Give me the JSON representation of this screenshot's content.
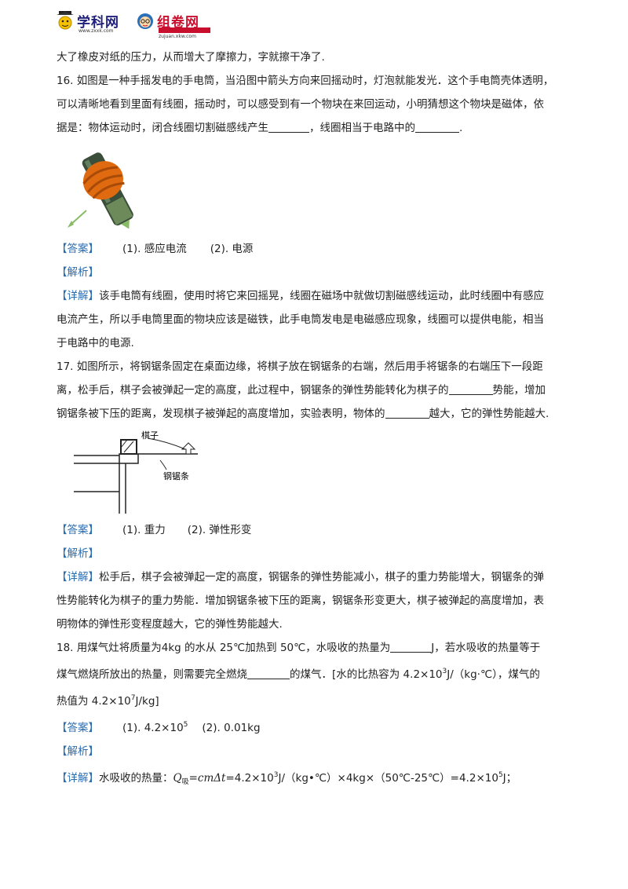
{
  "header": {
    "logo1_title": "学科网",
    "logo1_sub": "www.zxxk.com",
    "logo2_title": "组卷网",
    "logo2_sub": "zujuan.xkw.com"
  },
  "lines": {
    "l0": "大了橡皮对纸的压力，从而增大了摩擦力，字就擦干净了.",
    "q16_1": "16. 如图是一种手摇发电的手电筒，当沿图中箭头方向来回摇动时，灯泡就能发光．这个手电筒壳体透明，",
    "q16_2": "可以清晰地看到里面有线圈，摇动时，可以感受到有一个物块在来回运动，小明猜想这个物块是磁体，依",
    "q16_3a": "据是：物体运动时，闭合线圈切割磁感线产生",
    "q16_3b": "，线圈相当于电路中的",
    "q16_3c": ".",
    "ans_tag": "【答案】",
    "jiexi_tag": "【解析】",
    "xiangjie_tag": "【详解】",
    "a16_1": "(1). 感应电流",
    "a16_2": "(2). 电源",
    "d16_1": "该手电筒有线圈，使用时将它来回摇晃，线圈在磁场中就做切割磁感线运动，此时线圈中有感应",
    "d16_2": "电流产生，所以手电筒里面的物块应该是磁铁，此手电筒发电是电磁感应现象，线圈可以提供电能，相当",
    "d16_3": "于电路中的电源.",
    "q17_1": "17. 如图所示，将钢锯条固定在桌面边缘，将棋子放在钢锯条的右端，然后用手将锯条的右端压下一段距",
    "q17_2a": "离，松手后，棋子会被弹起一定的高度，此过程中，钢锯条的弹性势能转化为棋子的",
    "q17_2b": "势能，增加",
    "q17_3a": "钢锯条被下压的距离，发现棋子被弹起的高度增加，实验表明，物体的",
    "q17_3b": "越大，它的弹性势能越大.",
    "fig2_label1": "棋子",
    "fig2_label2": "钢锯条",
    "a17_1": "(1). 重力",
    "a17_2": "(2). 弹性形变",
    "d17_1": "松手后，棋子会被弹起一定的高度，钢锯条的弹性势能减小，棋子的重力势能增大，钢锯条的弹",
    "d17_2": "性势能转化为棋子的重力势能．增加钢锯条被下压的距离，钢锯条形变更大，棋子被弹起的高度增加，表",
    "d17_3": "明物体的弹性形变程度越大，它的弹性势能越大.",
    "q18_1a": "18. 用煤气灶将质量为4kg 的水从 25℃加热到 50℃，水吸收的热量为",
    "q18_1b": "J，若水吸收的热量等于",
    "q18_2a": "煤气燃烧所放出的热量，则需要完全燃烧",
    "q18_2b": "的煤气．[水的比热容为 4.2×10",
    "q18_2c": "3",
    "q18_2d": "J/（kg·℃），煤气的",
    "q18_3a": "热值为 4.2×10",
    "q18_3b": "7",
    "q18_3c": "J/kg]",
    "a18_1a": "(1). 4.2×10",
    "a18_1b": "5",
    "a18_2": "(2). 0.01kg",
    "d18_a": "水吸收的热量：",
    "d18_Q": "Q",
    "d18_sub": "吸",
    "d18_b": "=cmΔt",
    "d18_c": "=4.2×10",
    "d18_c_sup": "3",
    "d18_d": "J/（kg•℃）×4kg×（50℃-25℃）=4.2×10",
    "d18_d_sup": "5",
    "d18_e": "J；"
  },
  "colors": {
    "tag": "#2a6db0",
    "logo1": "#1f1f7a",
    "logo2": "#c8102e"
  }
}
